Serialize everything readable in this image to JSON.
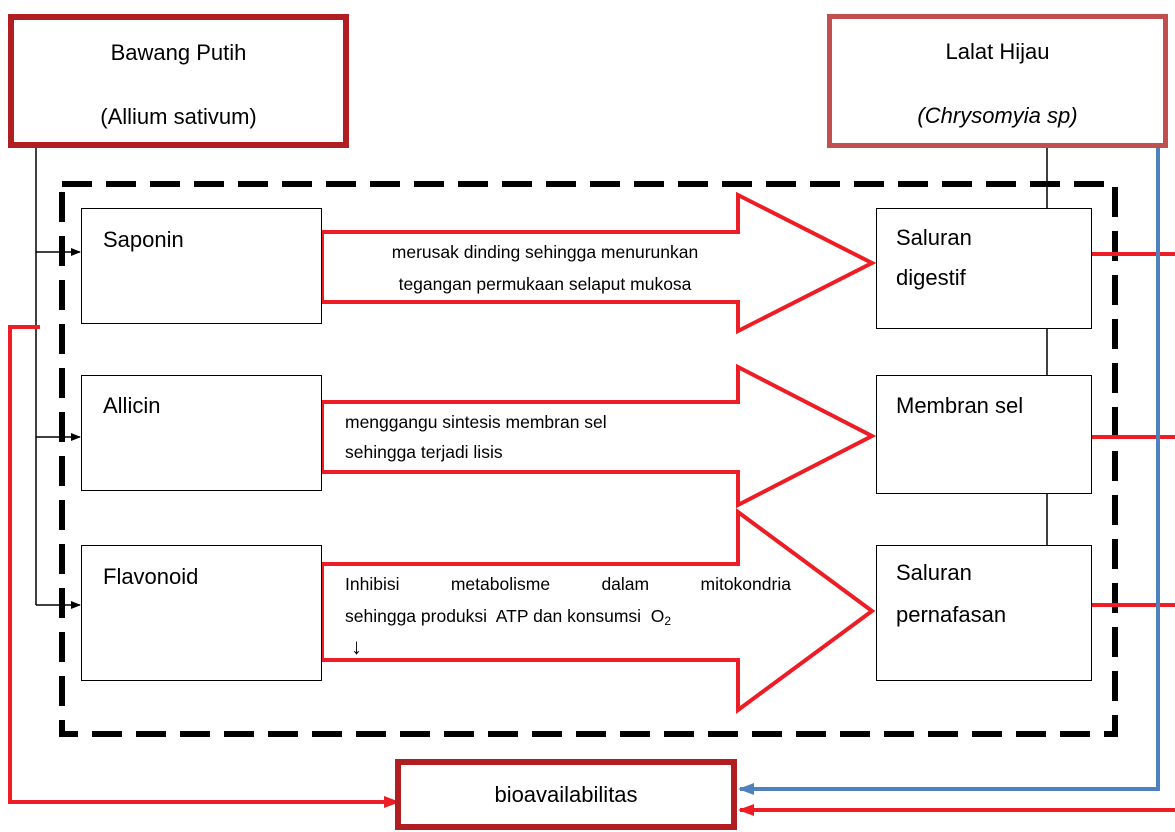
{
  "sources": {
    "bawang_putih": {
      "name": "Bawang Putih",
      "latin": "(Allium sativum)"
    },
    "lalat_hijau": {
      "name": "Lalat Hijau",
      "latin": "(Chrysomyia sp)"
    }
  },
  "compounds": [
    {
      "label": "Saponin"
    },
    {
      "label": "Allicin"
    },
    {
      "label": "Flavonoid"
    }
  ],
  "targets": [
    {
      "line1": "Saluran",
      "line2": "digestif"
    },
    {
      "line1": "Membran sel",
      "line2": ""
    },
    {
      "line1": "Saluran",
      "line2": "pernafasan"
    }
  ],
  "mechanisms": [
    {
      "line1": "merusak dinding sehingga menurunkan",
      "line2": "tegangan permukaan selaput mukosa"
    },
    {
      "line1": "menggangu sintesis membran sel",
      "line2": "sehingga terjadi lisis"
    },
    {
      "line1_words": [
        "Inhibisi",
        "metabolisme",
        "dalam",
        "mitokondria"
      ],
      "line2_text": "sehingga produksi  ATP dan konsumsi  O",
      "line2_sub": "2",
      "decrease_symbol": "↓"
    }
  ],
  "outcome": {
    "label": "bioavailabilitas"
  },
  "colors": {
    "dark_red": "#b01e22",
    "rose": "#c0504d",
    "bright_red": "#ee1c25",
    "blue": "#4f81bd",
    "black": "#000000"
  }
}
